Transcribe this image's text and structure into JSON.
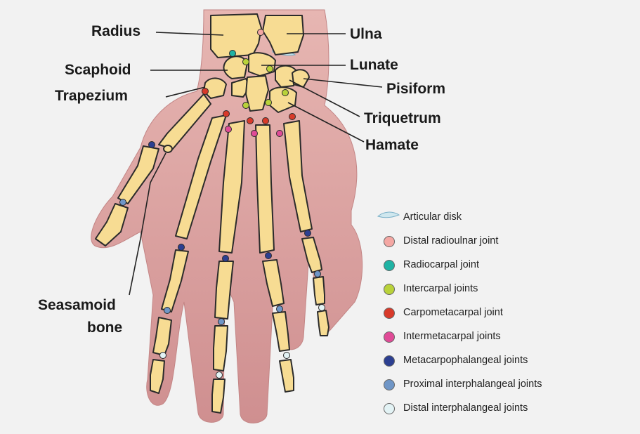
{
  "labels": {
    "radius": "Radius",
    "ulna": "Ulna",
    "lunate": "Lunate",
    "scaphoid": "Scaphoid",
    "pisiform": "Pisiform",
    "trapezium": "Trapezium",
    "triquetrum": "Triquetrum",
    "hamate": "Hamate",
    "sesamoid_line1": "Seasamoid",
    "sesamoid_line2": "bone"
  },
  "legend": {
    "articular_disk": "Articular disk",
    "items": [
      {
        "label": "Distal radioulnar joint",
        "color": "#f4a7a3"
      },
      {
        "label": "Radiocarpal joint",
        "color": "#1fb3a4"
      },
      {
        "label": "Intercarpal joints",
        "color": "#b9d23a"
      },
      {
        "label": "Carpometacarpal joint",
        "color": "#d83a2a"
      },
      {
        "label": "Intermetacarpal joints",
        "color": "#e04b97"
      },
      {
        "label": "Metacarpophalangeal joints",
        "color": "#2c3f91"
      },
      {
        "label": "Proximal interphalangeal joints",
        "color": "#6f96c7"
      },
      {
        "label": "Distal interphalangeal joints",
        "color": "#e3f3f5"
      }
    ]
  },
  "colors": {
    "skin": "#d9a0a0",
    "bone": "#f7dc93",
    "bone_outline": "#2b2b2b",
    "leader_line": "#222222"
  }
}
